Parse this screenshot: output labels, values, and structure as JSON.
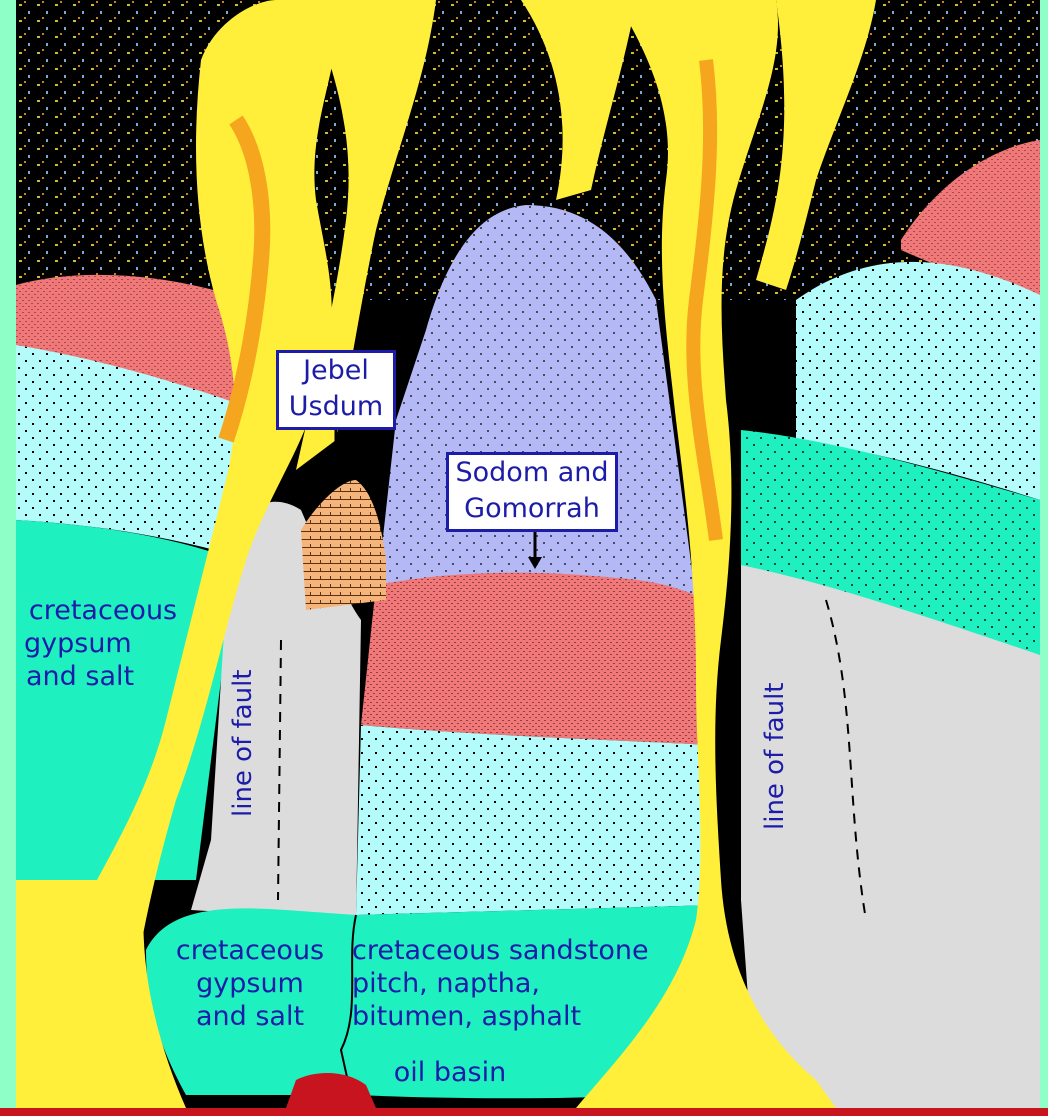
{
  "labels": {
    "jebel_usdum": [
      "Jebel",
      "Usdum"
    ],
    "sodom_gomorrah": [
      "Sodom and",
      "Gomorrah"
    ],
    "left_gypsum": [
      "cretaceous",
      "gypsum",
      "and salt"
    ],
    "bottom_gypsum": [
      "cretaceous",
      "gypsum",
      "and salt"
    ],
    "sandstone": [
      "cretaceous sandstone",
      "pitch, naptha,",
      "bitumen, asphalt"
    ],
    "oil_basin": "oil basin",
    "fault_left": "line of fault",
    "fault_right": "line of fault"
  },
  "colors": {
    "sky": "#000000",
    "fire_yellow": "#ffee3a",
    "fire_orange": "#f5a51e",
    "salmon": "#f07878",
    "pale_cyan": "#b4fcfc",
    "teal": "#1ef0c0",
    "light_gray": "#dcdcdc",
    "periwinkle": "#b4b8f5",
    "tan": "#f5b47a",
    "text_blue": "#1c1ca8",
    "frame_green": "#8fffc8",
    "bottom_red": "#c8141e"
  }
}
